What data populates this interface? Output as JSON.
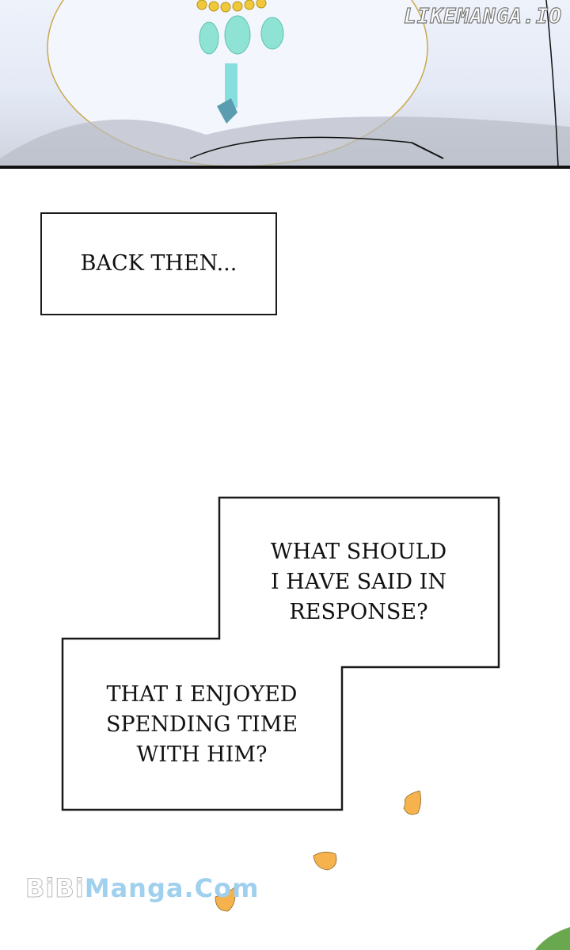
{
  "watermark_top": "LIKEMANGA.IO",
  "caption_1": "BACK THEN...",
  "caption_2": {
    "lines": [
      "WHAT SHOULD",
      "I HAVE SAID IN",
      "RESPONSE?"
    ]
  },
  "caption_3": {
    "lines": [
      "THAT I ENJOYED",
      "SPENDING TIME",
      "WITH HIM?"
    ]
  },
  "watermark_bottom": {
    "part1": "BiBi",
    "part2": "Manga.Com"
  }
}
